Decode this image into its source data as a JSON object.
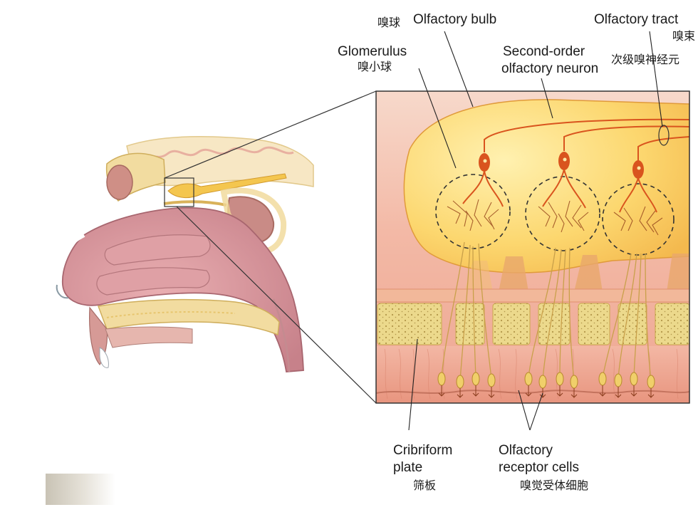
{
  "labels": {
    "olfactory_bulb_cn": "嗅球",
    "olfactory_bulb_en": "Olfactory bulb",
    "olfactory_tract_en": "Olfactory tract",
    "olfactory_tract_cn": "嗅束",
    "glomerulus_en": "Glomerulus",
    "glomerulus_cn": "嗅小球",
    "second_order_en_1": "Second-order",
    "second_order_en_2": "olfactory neuron",
    "second_order_cn": "次级嗅神经元",
    "cribriform_en_1": "Cribriform",
    "cribriform_en_2": "plate",
    "cribriform_cn": "筛板",
    "receptor_en_1": "Olfactory",
    "receptor_en_2": "receptor cells",
    "receptor_cn": "嗅觉受体细胞"
  },
  "colors": {
    "bulb_fill": "#fbd46a",
    "skin": "#d79aa0",
    "bone": "#f3e2a6",
    "neuron": "#d9541e",
    "inset_bg": "#f5c2b0",
    "plate": "#ecd98c"
  }
}
